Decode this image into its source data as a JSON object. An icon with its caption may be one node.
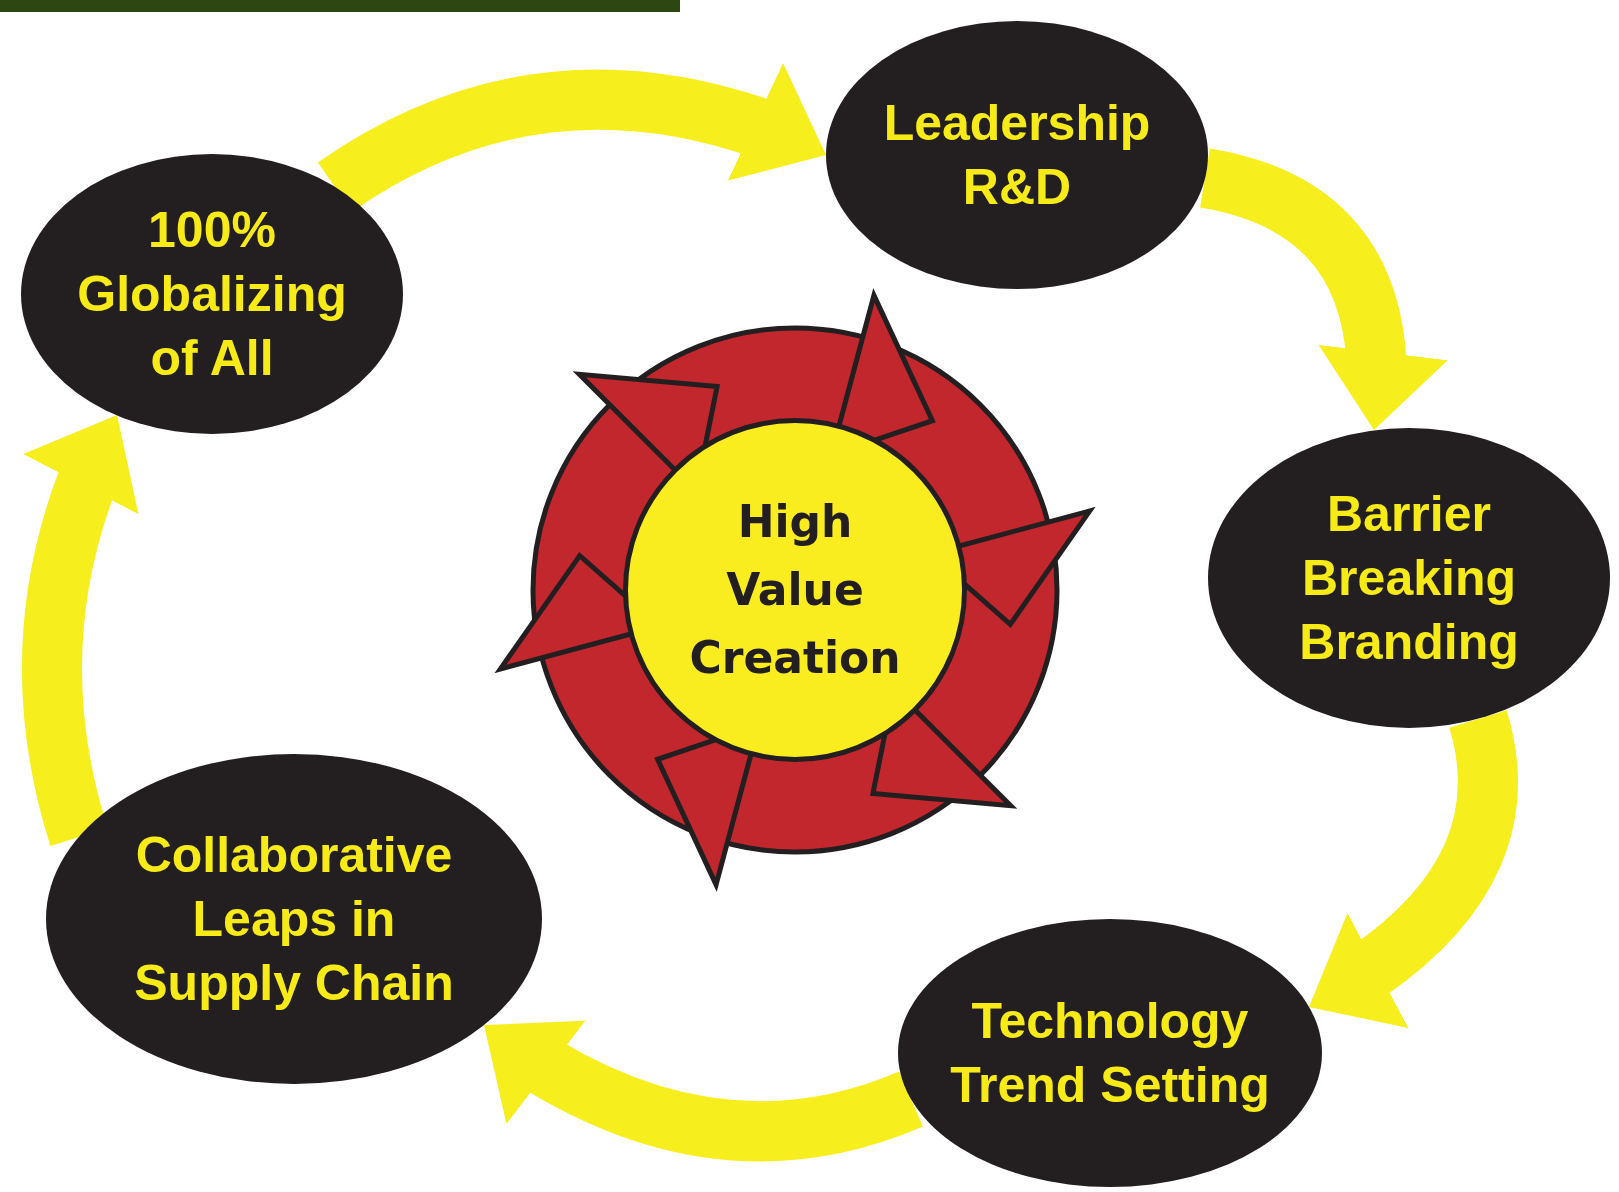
{
  "diagram": {
    "nodes": [
      {
        "text": [
          "100% Globalizing of All"
        ]
      },
      {
        "text": [
          "Leadership R&D"
        ]
      },
      {
        "text": [
          "High Value Creation"
        ]
      },
      {
        "text": [
          "Barrier Breaking Branding"
        ]
      },
      {
        "text": [
          "Collaborative Leaps in Supply Chain"
        ]
      },
      {
        "text": [
          "Technology Trend Setting"
        ]
      }
    ],
    "edges": [
      {
        "from": 0,
        "to": 1,
        "arrow": "to"
      },
      {
        "from": 1,
        "to": 3,
        "arrow": "to"
      },
      {
        "from": 3,
        "to": 5,
        "arrow": "to"
      },
      {
        "from": 5,
        "to": 4,
        "arrow": "to"
      },
      {
        "from": 4,
        "to": 0,
        "arrow": "to"
      }
    ]
  }
}
